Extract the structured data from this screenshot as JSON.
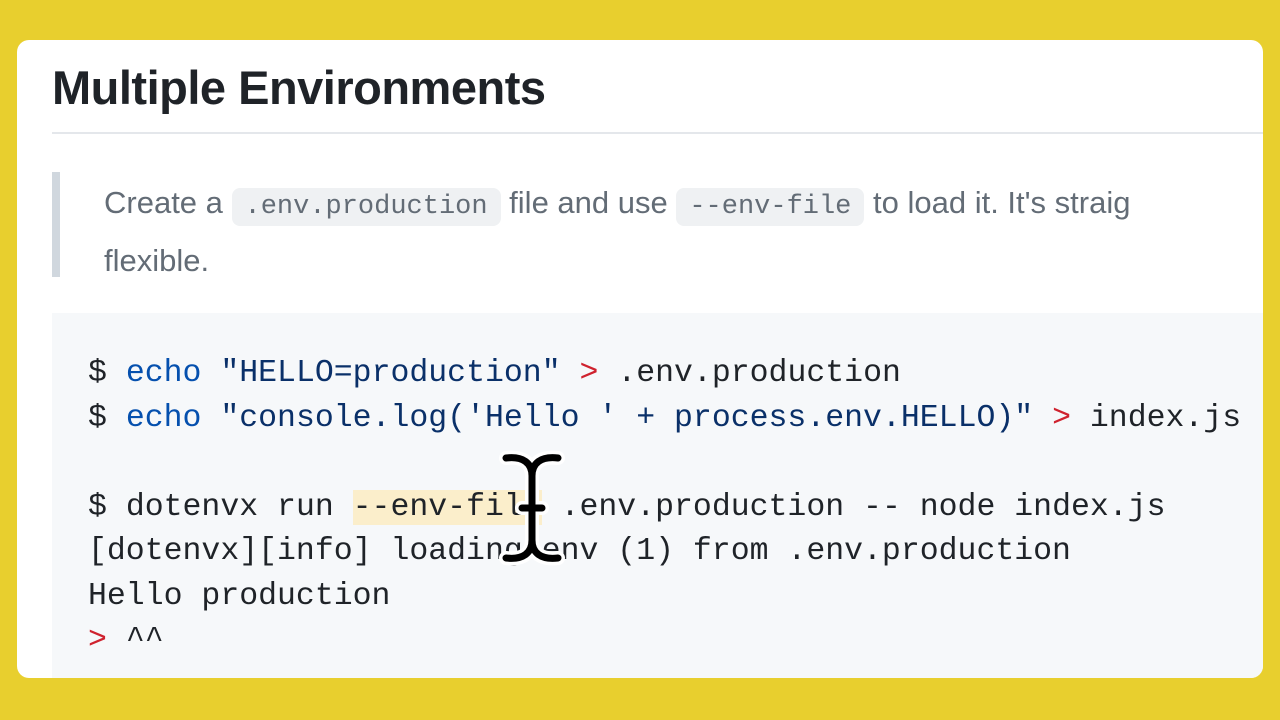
{
  "page": {
    "title": "Multiple Environments"
  },
  "blockquote": {
    "text_1": "Create a ",
    "code_1": ".env.production",
    "text_2": " file and use ",
    "code_2": "--env-file",
    "text_3": " to load it. It's straig",
    "line_2": "flexible."
  },
  "code": {
    "prompt": "$",
    "line1": {
      "cmd": "echo",
      "str": "\"HELLO=production\"",
      "op": ">",
      "target": ".env.production"
    },
    "line2": {
      "cmd": "echo",
      "str": "\"console.log('Hello ' + process.env.HELLO)\"",
      "op": ">",
      "target": "index.js"
    },
    "line3": {
      "pre": "dotenvx run ",
      "highlight": "--env-file",
      "post": " .env.production -- node index.js"
    },
    "line4": "[dotenvx][info] loading env (1) from .env.production",
    "line5": "Hello production",
    "line6": {
      "op": ">",
      "text": "^^"
    }
  },
  "colors": {
    "frame": "#e8cf2e",
    "code_bg": "#f6f8fa",
    "keyword": "#0550ae",
    "operator": "#cf222e",
    "highlight": "#fbeecb"
  },
  "overlay": {
    "cursor": "i-beam-cursor-icon"
  }
}
